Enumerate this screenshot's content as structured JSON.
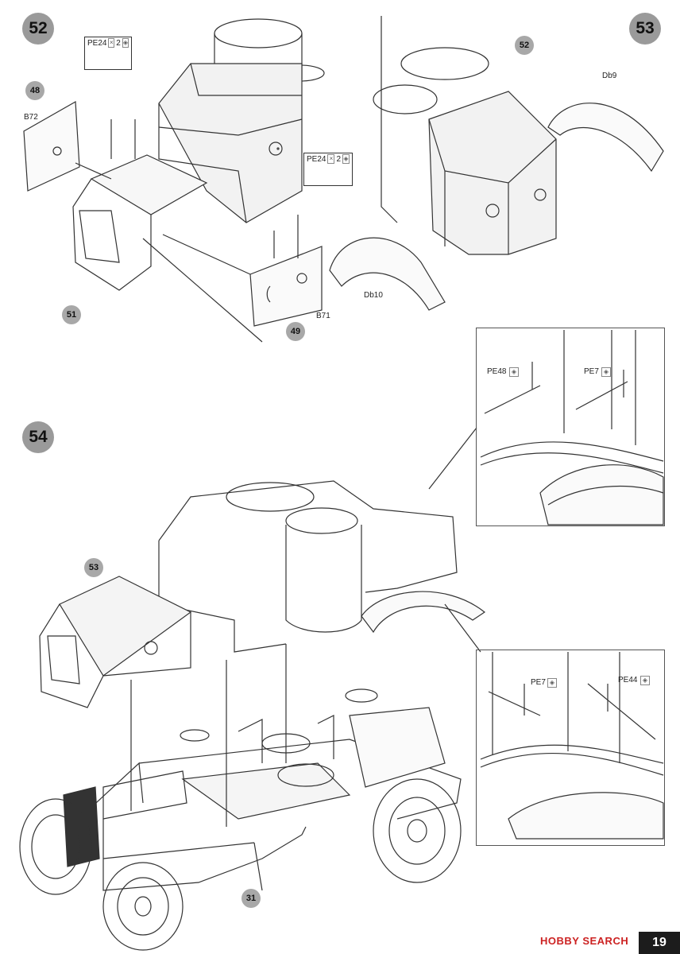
{
  "steps": {
    "s52": "52",
    "s53": "53",
    "s54": "54"
  },
  "callouts": {
    "c48": "48",
    "c51": "51",
    "c49": "49",
    "c52": "52",
    "c53": "53",
    "c31": "31"
  },
  "parts": {
    "b72": "B72",
    "b71": "B71",
    "db9": "Db9",
    "db10": "Db10",
    "pe24_a": "PE24",
    "pe24_b": "PE24",
    "pe48": "PE48",
    "pe7_a": "PE7",
    "pe7_b": "PE7",
    "pe44": "PE44"
  },
  "qty": {
    "x2_a": "2",
    "x2_b": "2"
  },
  "footer": {
    "watermark": "HOBBY SEARCH",
    "page_number": "19"
  }
}
